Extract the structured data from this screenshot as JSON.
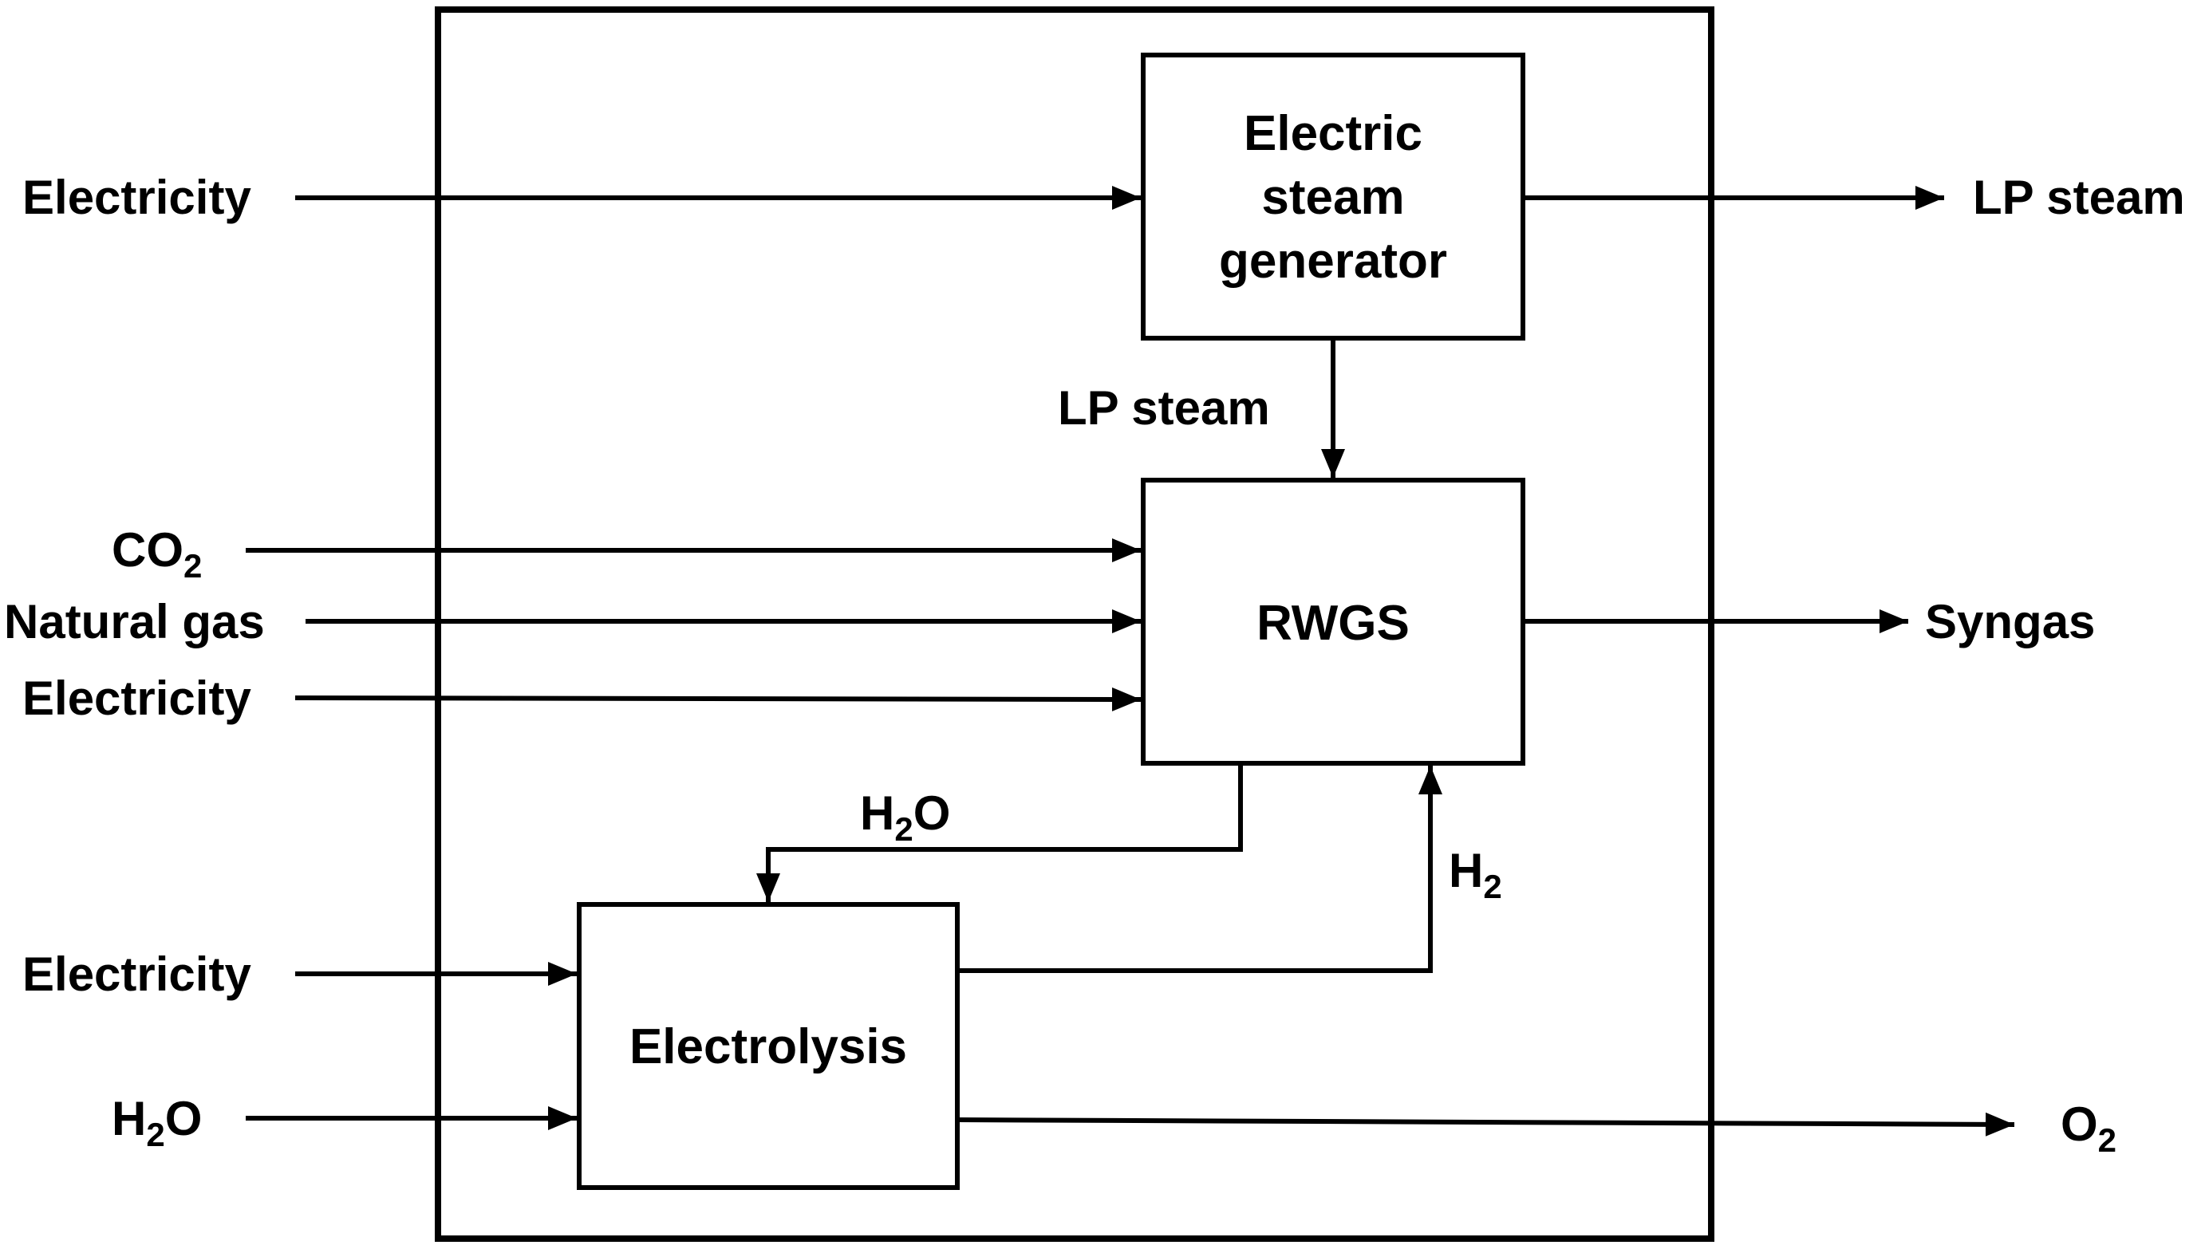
{
  "diagram": {
    "colors": {
      "stroke": "#000000",
      "background": "#ffffff",
      "text": "#000000"
    },
    "process_boxes": {
      "steam_generator": [
        "Electric",
        "steam",
        "generator"
      ],
      "rwgs": "RWGS",
      "electrolysis": "Electrolysis"
    },
    "inputs": {
      "electricity_top": "Electricity",
      "co2": {
        "base": "CO",
        "subscript": "2"
      },
      "natural_gas": "Natural gas",
      "electricity_mid": "Electricity",
      "electricity_bottom": "Electricity",
      "h2o": {
        "base": "H",
        "subscript": "2",
        "suffix": "O"
      }
    },
    "outputs": {
      "lp_steam": "LP steam",
      "syngas": "Syngas",
      "o2": {
        "base": "O",
        "subscript": "2"
      }
    },
    "internal_streams": {
      "lp_steam": "LP steam",
      "h2o": {
        "base": "H",
        "subscript": "2",
        "suffix": "O"
      },
      "h2": {
        "base": "H",
        "subscript": "2"
      }
    }
  }
}
